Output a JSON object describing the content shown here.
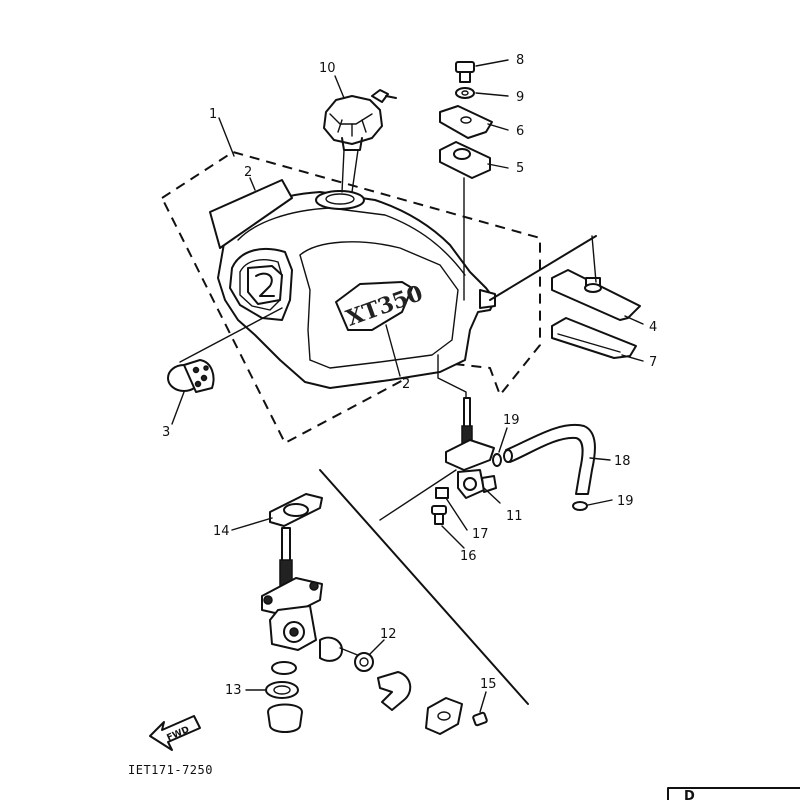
{
  "diagram": {
    "reference_code": "IET171-7250",
    "forward_indicator": "FWD",
    "tank_badge": "XT350",
    "corner_mark": "D",
    "callouts": [
      "1",
      "2",
      "2",
      "3",
      "4",
      "5",
      "6",
      "7",
      "8",
      "9",
      "10",
      "11",
      "12",
      "13",
      "14",
      "15",
      "16",
      "17",
      "18",
      "19",
      "19"
    ]
  }
}
